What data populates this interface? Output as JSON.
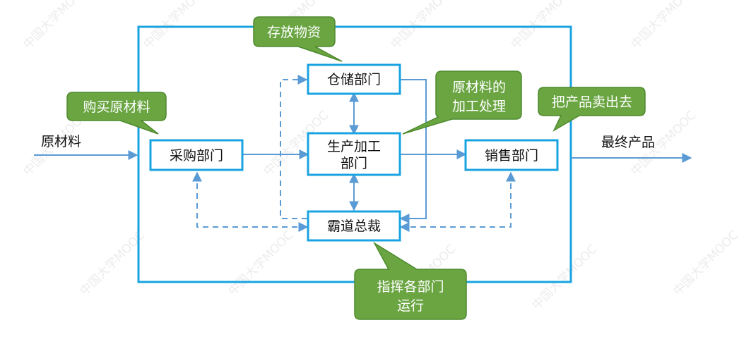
{
  "colors": {
    "frame": "#19a3e0",
    "node_border": "#19a3e0",
    "flow_line": "#5a9bd5",
    "callout_fill": "#6aa542",
    "callout_border": "#4e8a2e",
    "callout_text": "#ffffff",
    "watermark": "#c9c9c9"
  },
  "io": {
    "input_label": "原材料",
    "output_label": "最终产品"
  },
  "nodes": {
    "warehouse": "仓储部门",
    "production": [
      "生产加工",
      "部门"
    ],
    "purchasing": "采购部门",
    "sales": "销售部门",
    "ceo": "霸道总裁"
  },
  "callouts": {
    "store_goods": "存放物资",
    "buy_materials": "购买原材料",
    "processing": [
      "原材料的",
      "加工处理"
    ],
    "sell_products": "把产品卖出去",
    "direct_departments": [
      "指挥各部门",
      "运行"
    ]
  },
  "watermark": {
    "text": "中国大学MOOC"
  }
}
